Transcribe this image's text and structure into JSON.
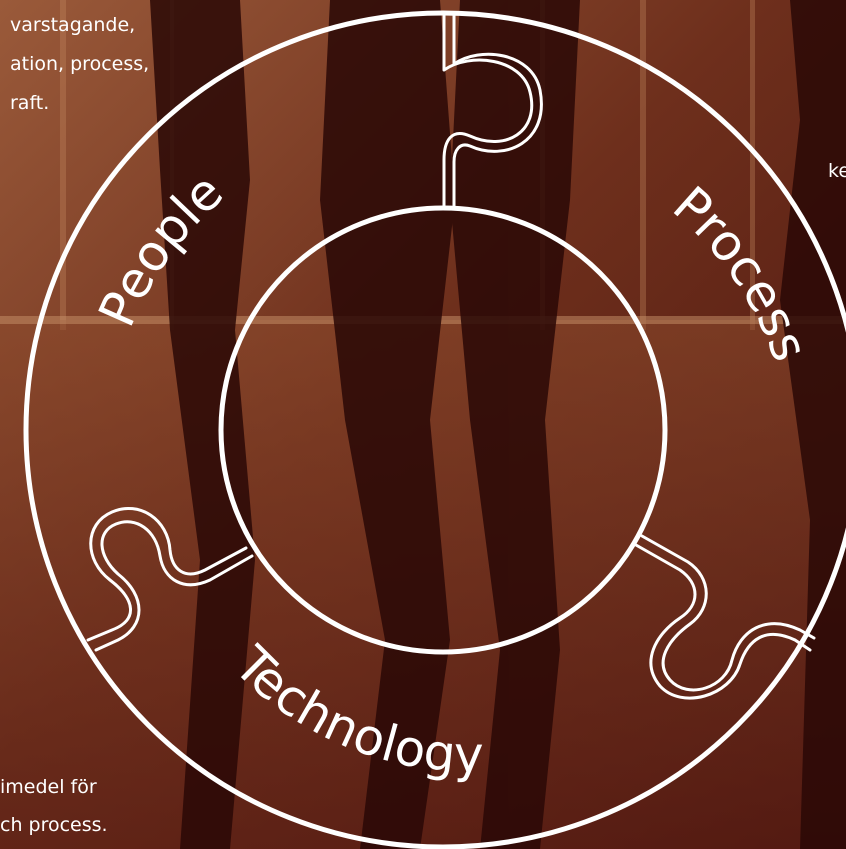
{
  "snippets": {
    "top_left": [
      "varstagande,",
      "ation, process,",
      "raft."
    ],
    "top_right": [
      "ke"
    ],
    "bottom_left": [
      "imedel för",
      "ch process."
    ]
  },
  "diagram": {
    "segments": {
      "people": "People",
      "process": "Process",
      "technology": "Technology"
    }
  },
  "colors": {
    "background_dark": "#3a0d0a",
    "background_mid": "#7a3a22",
    "background_light": "#b97a52",
    "stroke": "#ffffff"
  }
}
